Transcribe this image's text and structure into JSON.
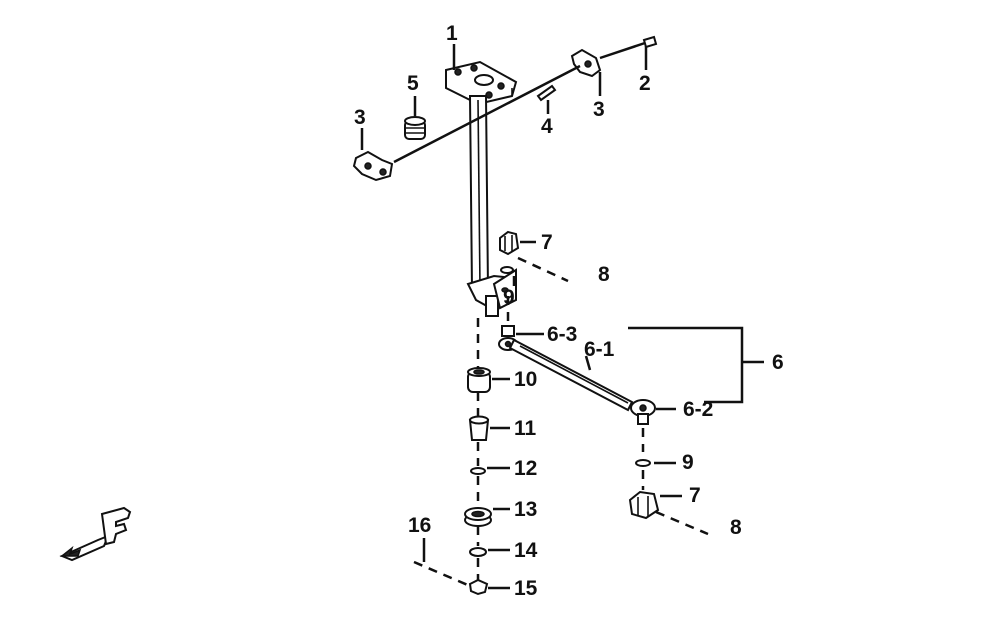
{
  "callouts": [
    {
      "id": "p1",
      "text": "1"
    },
    {
      "id": "p2",
      "text": "2"
    },
    {
      "id": "p3a",
      "text": "3"
    },
    {
      "id": "p3b",
      "text": "3"
    },
    {
      "id": "p4",
      "text": "4"
    },
    {
      "id": "p5",
      "text": "5"
    },
    {
      "id": "p6",
      "text": "6"
    },
    {
      "id": "p6_1",
      "text": "6-1"
    },
    {
      "id": "p6_2",
      "text": "6-2"
    },
    {
      "id": "p6_3",
      "text": "6-3"
    },
    {
      "id": "p7a",
      "text": "7"
    },
    {
      "id": "p7b",
      "text": "7"
    },
    {
      "id": "p8a",
      "text": "8"
    },
    {
      "id": "p8b",
      "text": "8"
    },
    {
      "id": "p9a",
      "text": "9"
    },
    {
      "id": "p9b",
      "text": "9"
    },
    {
      "id": "p10",
      "text": "10"
    },
    {
      "id": "p11",
      "text": "11"
    },
    {
      "id": "p12",
      "text": "12"
    },
    {
      "id": "p13",
      "text": "13"
    },
    {
      "id": "p14",
      "text": "14"
    },
    {
      "id": "p15",
      "text": "15"
    },
    {
      "id": "p16",
      "text": "16"
    }
  ],
  "front_marker": {
    "letter": "F",
    "icon": "front-direction-arrow-icon"
  }
}
